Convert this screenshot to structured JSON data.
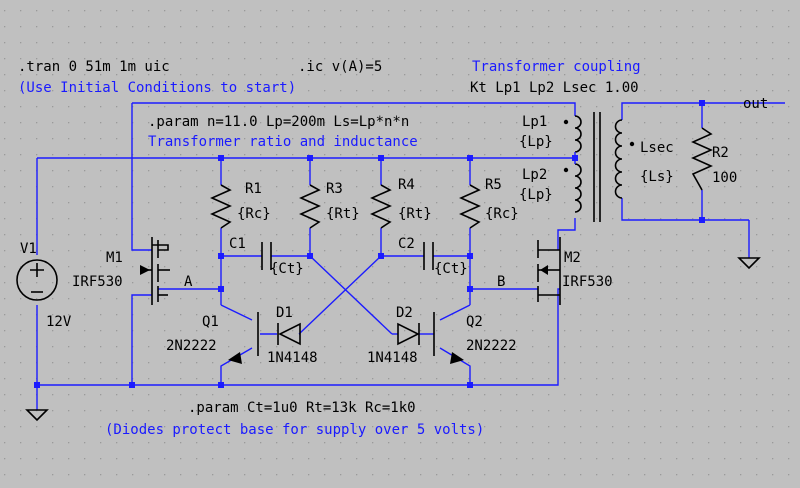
{
  "colors": {
    "background": "#c0c0c0",
    "grid_dot": "#9a9a9a",
    "wire": "#1c1cff",
    "component": "#000000",
    "comment": "#1a1aff",
    "text": "#000000"
  },
  "directives": {
    "tran": ".tran 0 51m 1m uic",
    "ic": ".ic v(A)=5",
    "tran_comment": "(Use Initial Conditions to start)",
    "param_transformer": ".param n=11.0 Lp=200m Ls=Lp*n*n",
    "param_transformer_comment": "Transformer ratio and inductance",
    "transformer_title": "Transformer coupling",
    "coupling": "Kt Lp1 Lp2 Lsec 1.00",
    "param_rc": ".param Ct=1u0 Rt=13k Rc=1k0",
    "diode_comment": "(Diodes protect base for supply over 5 volts)"
  },
  "nets": {
    "a": "A",
    "b": "B",
    "out": "out"
  },
  "components": {
    "v1": {
      "name": "V1",
      "value": "12V"
    },
    "m1": {
      "name": "M1",
      "model": "IRF530"
    },
    "m2": {
      "name": "M2",
      "model": "IRF530"
    },
    "r1": {
      "name": "R1",
      "value": "{Rc}"
    },
    "r3": {
      "name": "R3",
      "value": "{Rt}"
    },
    "r4": {
      "name": "R4",
      "value": "{Rt}"
    },
    "r5": {
      "name": "R5",
      "value": "{Rc}"
    },
    "c1": {
      "name": "C1",
      "value": "{Ct}"
    },
    "c2": {
      "name": "C2",
      "value": "{Ct}"
    },
    "q1": {
      "name": "Q1",
      "model": "2N2222"
    },
    "q2": {
      "name": "Q2",
      "model": "2N2222"
    },
    "d1": {
      "name": "D1",
      "model": "1N4148"
    },
    "d2": {
      "name": "D2",
      "model": "1N4148"
    },
    "lp1": {
      "name": "Lp1",
      "value": "{Lp}"
    },
    "lp2": {
      "name": "Lp2",
      "value": "{Lp}"
    },
    "lsec": {
      "name": "Lsec",
      "value": "{Ls}"
    },
    "r2": {
      "name": "R2",
      "value": "100"
    }
  }
}
